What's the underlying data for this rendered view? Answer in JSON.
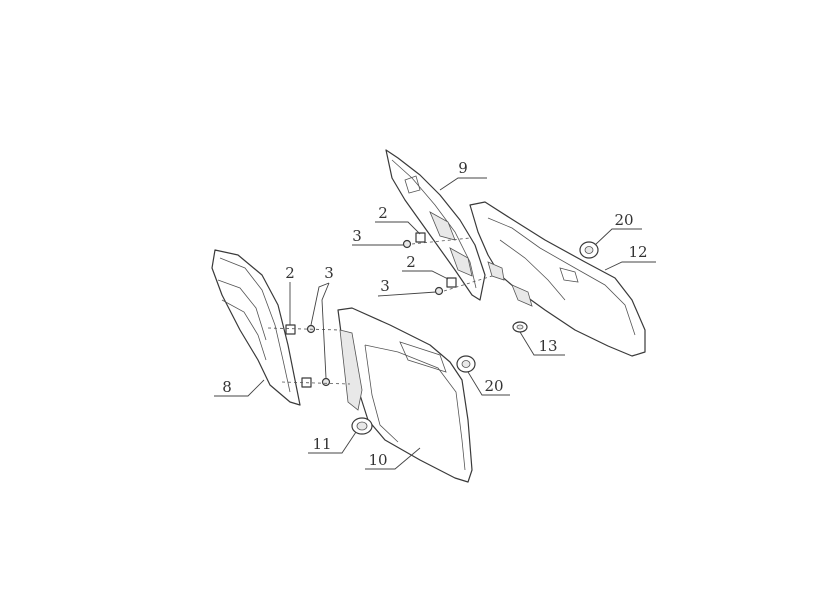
{
  "diagram": {
    "callouts": {
      "c9": "9",
      "c2a": "2",
      "c3a": "3",
      "c20a": "20",
      "c12": "12",
      "c2b": "2",
      "c3b": "3",
      "c13": "13",
      "c2c": "2",
      "c3c": "3",
      "c8": "8",
      "c20b": "20",
      "c11": "11",
      "c10": "10"
    }
  }
}
